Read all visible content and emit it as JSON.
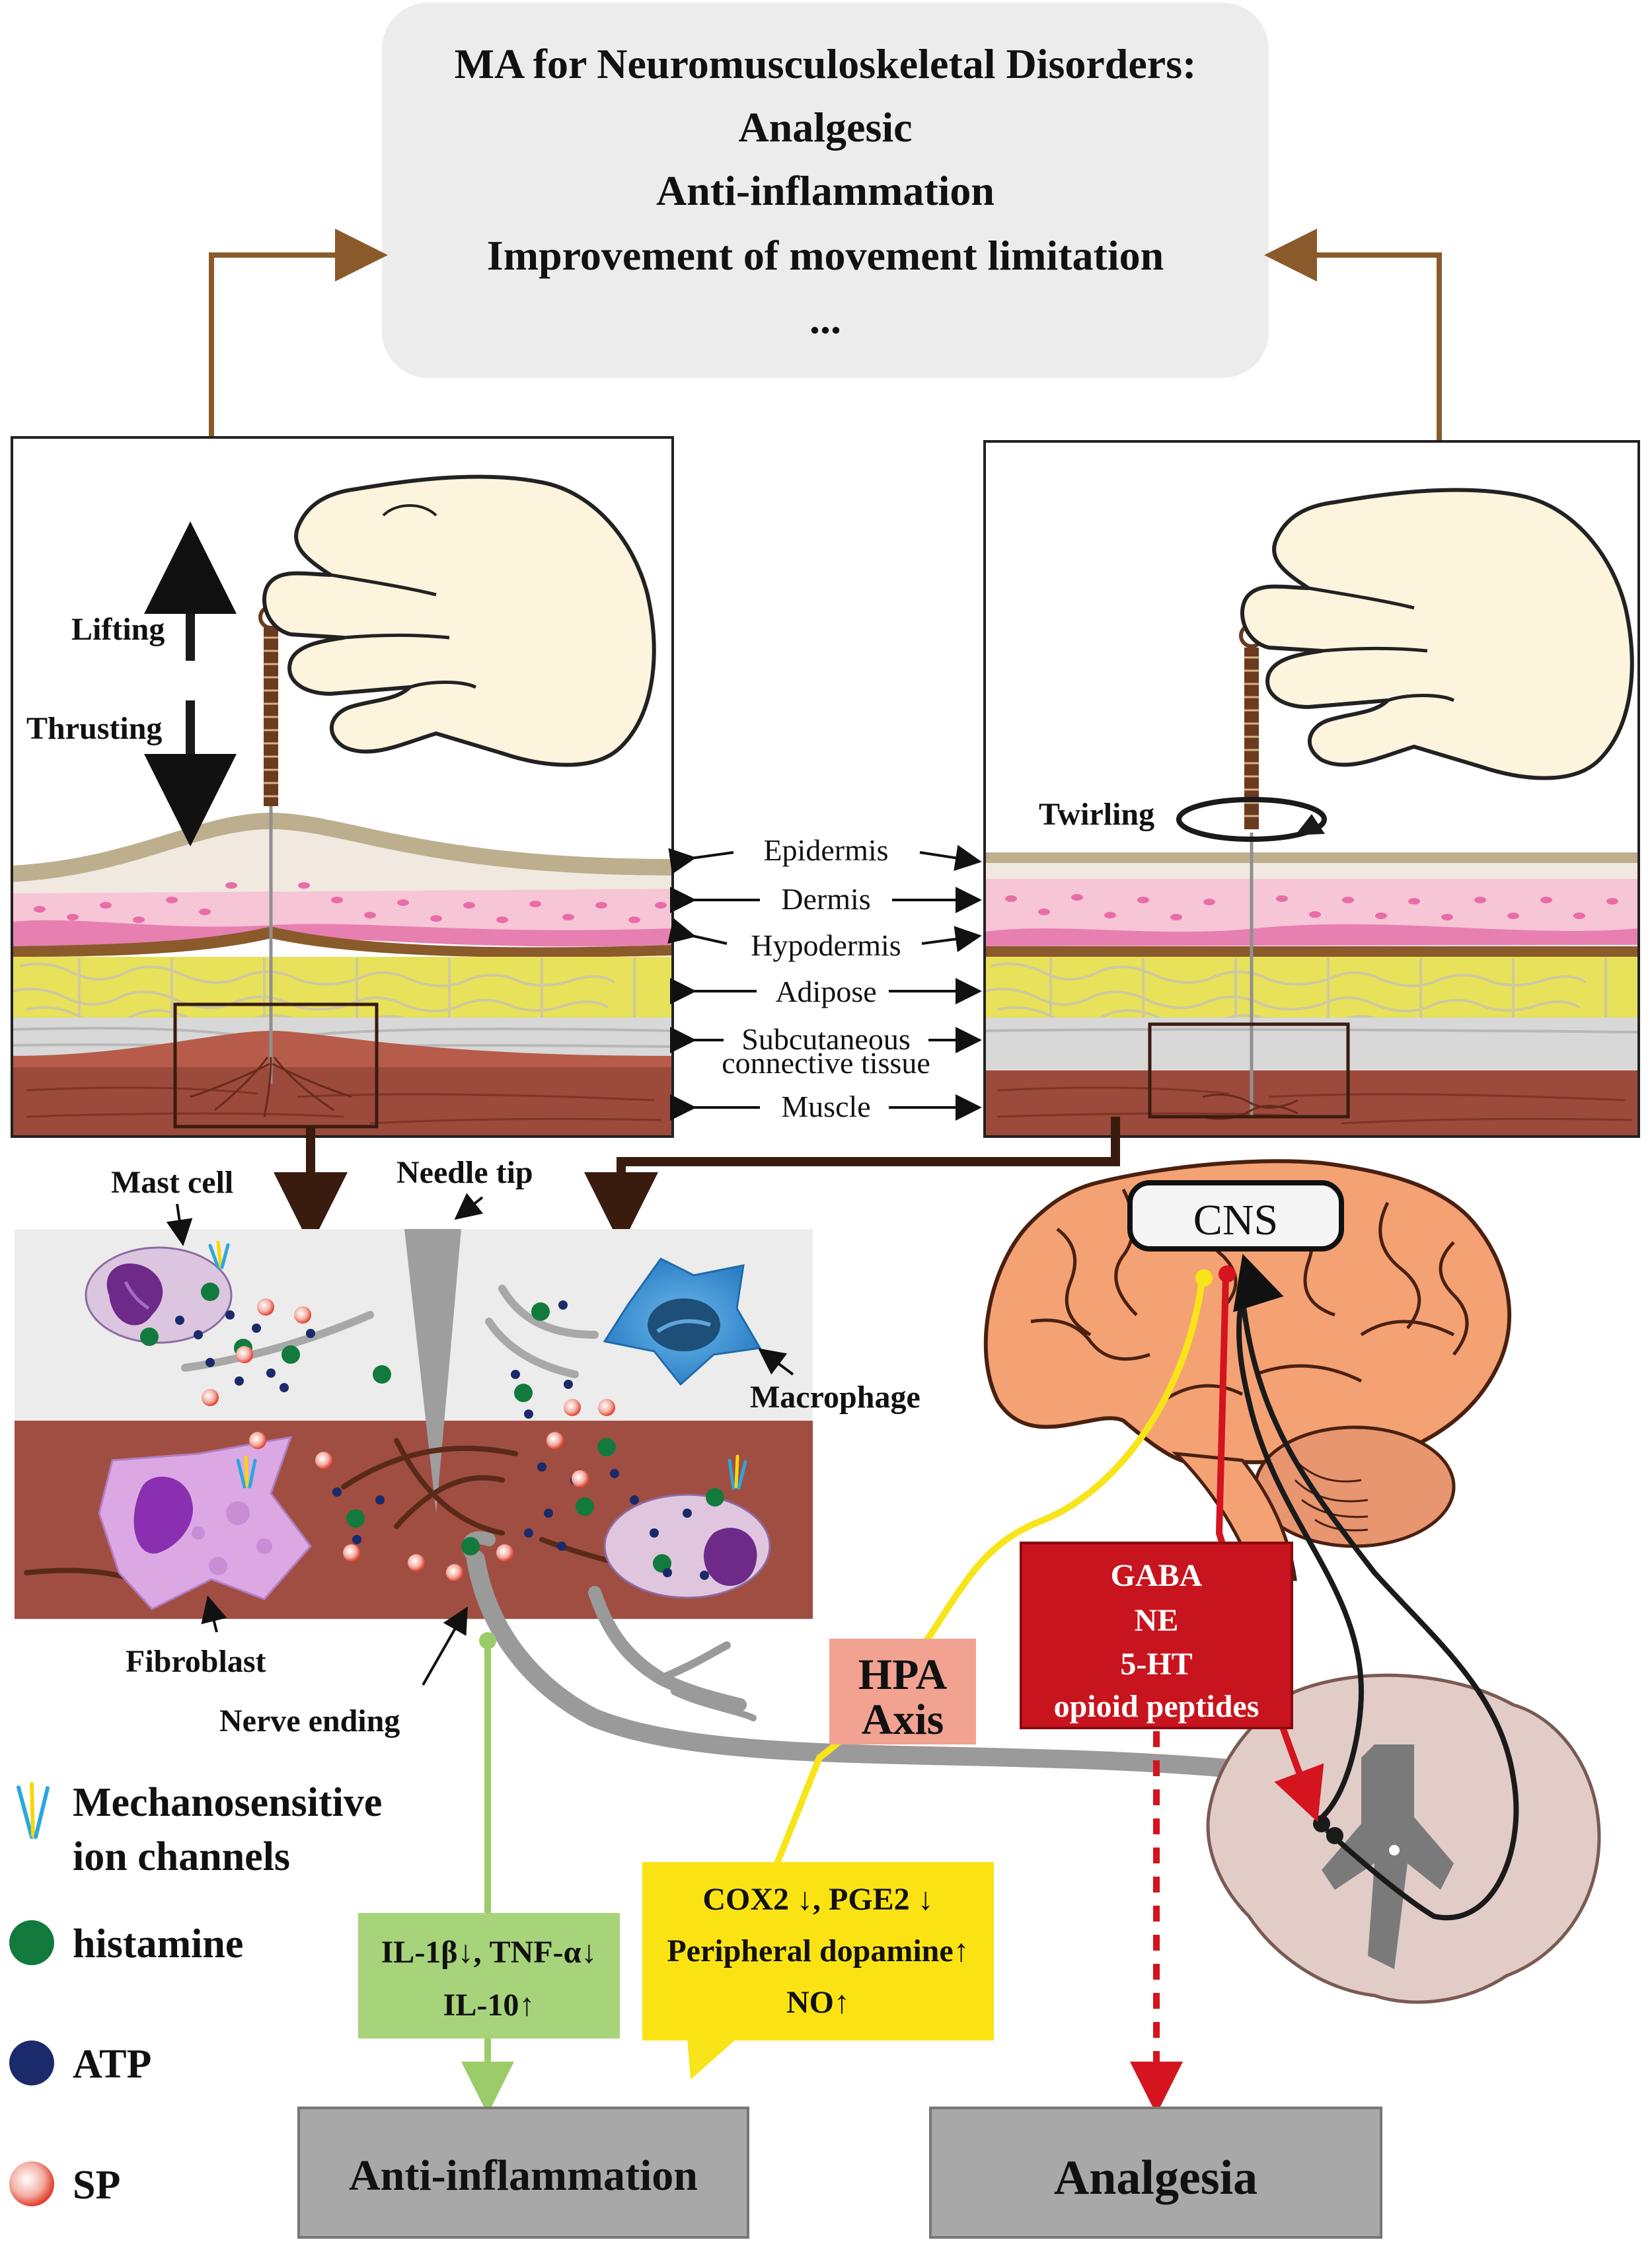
{
  "top_box": {
    "title": "MA for Neuromusculoskeletal Disorders:",
    "line1": "Analgesic",
    "line2": "Anti-inflammation",
    "line3": "Improvement of movement limitation",
    "line4": "..."
  },
  "left_panel": {
    "lifting": "Lifting",
    "thrusting": "Thrusting"
  },
  "right_panel": {
    "twirling": "Twirling"
  },
  "layers": {
    "epidermis": "Epidermis",
    "dermis": "Dermis",
    "hypodermis": "Hypodermis",
    "adipose": "Adipose",
    "subcutaneous_1": "Subcutaneous",
    "subcutaneous_2": "connective tissue",
    "muscle": "Muscle"
  },
  "tissue": {
    "mast_cell": "Mast cell",
    "needle_tip": "Needle tip",
    "macrophage": "Macrophage",
    "fibroblast": "Fibroblast",
    "nerve_ending": "Nerve ending"
  },
  "cns": {
    "label": "CNS"
  },
  "hpa": {
    "line1": "HPA",
    "line2": "Axis"
  },
  "red_box": {
    "line1": "GABA",
    "line2": "NE",
    "line3": "5-HT",
    "line4": "opioid peptides"
  },
  "green_box": {
    "line1": "IL-1β↓, TNF-α↓",
    "line2": "IL-10↑"
  },
  "yellow_box": {
    "line1": "COX2 ↓, PGE2 ↓",
    "line2": "Peripheral dopamine↑",
    "line3": "NO↑"
  },
  "outcomes": {
    "anti_inflammation": "Anti-inflammation",
    "analgesia": "Analgesia"
  },
  "legend": {
    "ion_channels_1": "Mechanosensitive",
    "ion_channels_2": "ion channels",
    "histamine": "histamine",
    "atp": "ATP",
    "sp": "SP"
  },
  "colors": {
    "brown_arrow": "#8b5a2b",
    "green": "#7fbf4d",
    "yellow": "#f7e419",
    "red": "#c8141e",
    "histamine": "#127a3c",
    "atp": "#1a2a6b",
    "sp": "#e2402f"
  }
}
